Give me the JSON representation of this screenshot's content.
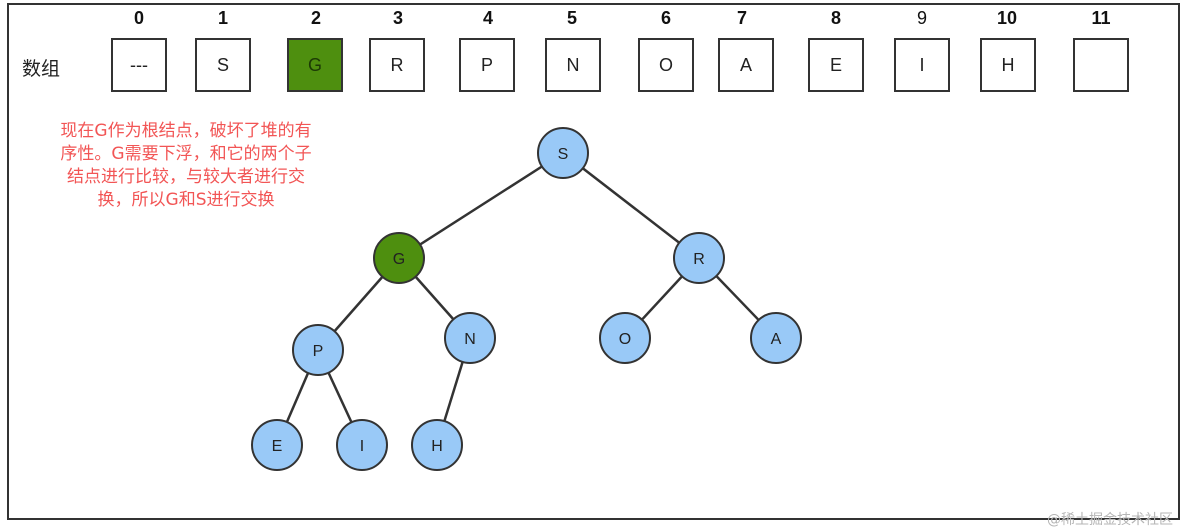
{
  "array": {
    "label": "数组",
    "indices": [
      "0",
      "1",
      "2",
      "3",
      "4",
      "5",
      "6",
      "7",
      "8",
      "9",
      "10",
      "11"
    ],
    "cells": [
      "---",
      "S",
      "G",
      "R",
      "P",
      "N",
      "O",
      "A",
      "E",
      "I",
      "H",
      ""
    ],
    "highlight_index": 2
  },
  "note": "现在G作为根结点，破坏了堆的有序性。G需要下浮，和它的两个子结点进行比较，与较大者进行交换，所以G和S进行交换",
  "tree": {
    "nodes": [
      {
        "id": "S",
        "label": "S",
        "highlight": false
      },
      {
        "id": "G",
        "label": "G",
        "highlight": true
      },
      {
        "id": "R",
        "label": "R",
        "highlight": false
      },
      {
        "id": "P",
        "label": "P",
        "highlight": false
      },
      {
        "id": "N",
        "label": "N",
        "highlight": false
      },
      {
        "id": "O",
        "label": "O",
        "highlight": false
      },
      {
        "id": "A",
        "label": "A",
        "highlight": false
      },
      {
        "id": "E",
        "label": "E",
        "highlight": false
      },
      {
        "id": "I",
        "label": "I",
        "highlight": false
      },
      {
        "id": "H",
        "label": "H",
        "highlight": false
      }
    ],
    "edges": [
      [
        "S",
        "G"
      ],
      [
        "S",
        "R"
      ],
      [
        "G",
        "P"
      ],
      [
        "G",
        "N"
      ],
      [
        "R",
        "O"
      ],
      [
        "R",
        "A"
      ],
      [
        "P",
        "E"
      ],
      [
        "P",
        "I"
      ],
      [
        "N",
        "H"
      ]
    ]
  },
  "colors": {
    "node_fill": "#99c9f7",
    "highlight_fill": "#4e8f0f",
    "note_text": "#f25555"
  },
  "watermark": "@稀土掘金技术社区"
}
